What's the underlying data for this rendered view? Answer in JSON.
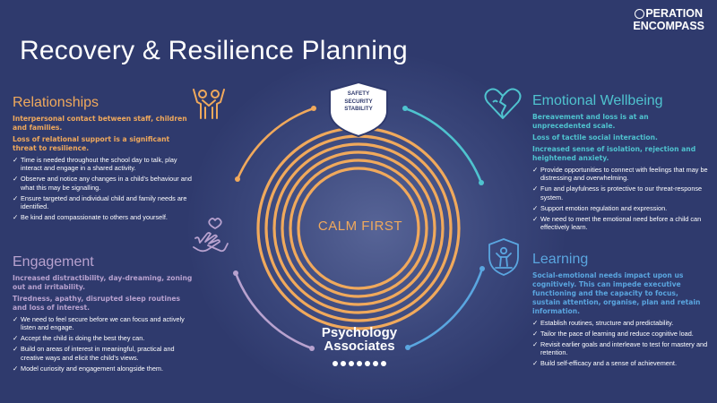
{
  "title": "Recovery & Resilience Planning",
  "brand": {
    "line1": "PERATION",
    "line2": "ENCOMPASS"
  },
  "center": {
    "calm_first": "CALM FIRST",
    "shield_lines": [
      "SAFETY",
      "SECURITY",
      "STABILITY"
    ]
  },
  "psychology": {
    "line1": "Psychology",
    "line2": "Associates"
  },
  "relationships": {
    "heading": "Relationships",
    "intro": [
      "Interpersonal contact between staff, children and families.",
      "Loss of relational support is a significant threat to resilience."
    ],
    "bullets": [
      "Time is needed throughout the school day to talk, play interact and engage in a shared activity.",
      "Observe and notice any changes in a child’s behaviour and what this may be signalling.",
      "Ensure targeted and individual child and family needs are identified.",
      "Be kind and compassionate to others and yourself."
    ]
  },
  "engagement": {
    "heading": "Engagement",
    "intro": [
      "Increased distractibility, day-dreaming, zoning out and irritability.",
      "Tiredness, apathy, disrupted sleep routines and loss of interest."
    ],
    "bullets": [
      "We need to feel secure before we can focus and actively listen and engage.",
      "Accept the child is doing the best they can.",
      "Build on areas of interest in meaningful, practical and creative ways and elicit the child’s views.",
      "Model curiosity and engagement alongside them."
    ]
  },
  "emotional": {
    "heading": "Emotional Wellbeing",
    "intro": [
      "Bereavement and loss is at an unprecedented scale.",
      "Loss of tactile social interaction.",
      "Increased sense of isolation, rejection and heightened anxiety."
    ],
    "bullets": [
      "Provide opportunities to connect with feelings that may be distressing and overwhelming.",
      "Fun and playfulness is protective to our threat-response system.",
      "Support emotion regulation and expression.",
      "We need to meet the emotional need before a child can effectively learn."
    ]
  },
  "learning": {
    "heading": "Learning",
    "intro": [
      "Social-emotional needs impact upon us cognitively. This can impede executive functioning and the capacity to focus, sustain attention, organise, plan and retain information."
    ],
    "bullets": [
      "Establish routines, structure and predictability.",
      "Tailor the pace of learning and reduce cognitive load.",
      "Revisit earlier goals and interleave to test for mastery and retention.",
      "Build self-efficacy and a sense of achievement."
    ]
  },
  "colors": {
    "background": "#2f3a6d",
    "relationships": "#f0a95c",
    "engagement": "#b8a2cf",
    "emotional": "#4fc3cf",
    "learning": "#5aa6e0",
    "rings": "#f0a95c"
  }
}
